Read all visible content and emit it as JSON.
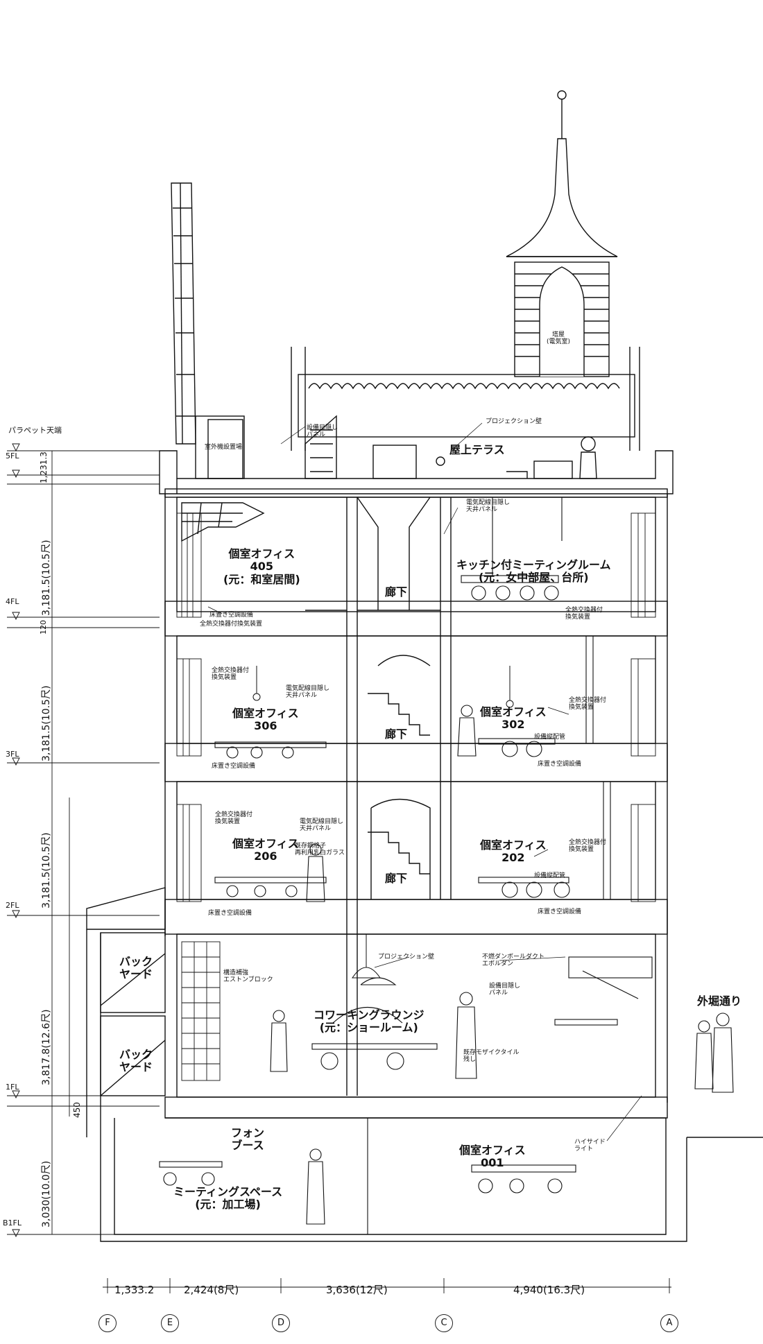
{
  "levels": {
    "parapet": "パラペット天端",
    "rfl5": "5FL",
    "fl4": "4FL",
    "fl3": "3FL",
    "fl2": "2FL",
    "fl1": "1FL",
    "b1fl": "B1FL"
  },
  "vertical_dims": {
    "d_top": "1,231.3",
    "d_4": "3,181.5(10.5尺)",
    "d_120": "120",
    "d_3": "3,181.5(10.5尺)",
    "d_2": "3,181.5(10.5尺)",
    "d_1": "3,817.8(12.6尺)",
    "d_450": "450",
    "d_b1": "3,030(10.0尺)"
  },
  "horizontal_dims": [
    "1,333.2",
    "2,424(8尺)",
    "3,636(12尺)",
    "4,940(16.3尺)"
  ],
  "grid_labels": [
    "F",
    "E",
    "D",
    "C",
    "A"
  ],
  "rooms": {
    "tower": "塔屋\n(電気室)",
    "roof_terrace": "屋上テラス",
    "office405": "個室オフィス\n405\n(元：和室居間)",
    "corridor4": "廊下",
    "kitchen_meeting": "キッチン付ミーティングルーム\n(元：女中部屋、台所)",
    "office306": "個室オフィス\n306",
    "corridor3": "廊下",
    "office302": "個室オフィス\n302",
    "office206": "個室オフィス\n206",
    "corridor2": "廊下",
    "office202": "個室オフィス\n202",
    "backyard1": "バック\nヤード",
    "backyard2": "バック\nヤード",
    "coworking": "コワーキングラウンジ\n(元：ショールーム)",
    "street": "外堀通り",
    "phone_booth": "フォン\nブース",
    "meeting_space": "ミーティングスペース\n(元：加工場)",
    "office001": "個室オフィス\n001"
  },
  "notes": {
    "projection_roof": "プロジェクション壁",
    "outdoor_unit": "室外機設置場",
    "equip_panel": "設備目隠し\nパネル",
    "elec_panel4": "電気配線目隠し\n天井パネル",
    "floor_ac405": "床置き空調設備",
    "vent405": "全熱交換器付換気装置",
    "vent_kitchen": "全熱交換器付\n換気装置",
    "vent306": "全熱交換器付\n換気装置",
    "elec306": "電気配線目隠し\n天井パネル",
    "floor_ac306": "床置き空調設備",
    "vent302": "全熱交換器付\n換気装置",
    "equip_pipe302": "設備縦配管",
    "floor_ac302": "床置き空調設備",
    "vent206": "全熱交換器付\n換気装置",
    "elec206": "電気配線目隠し\n天井パネル",
    "existing_glass": "既存鋼格子\n再利用乳白ガラス",
    "vent202": "全熱交換器付\n換気装置",
    "equip_pipe202": "設備縦配管",
    "floor_ac202": "床置き空調設備",
    "floor_ac206": "床置き空調設備",
    "struct_wall": "構造補強\nエストンブロック",
    "projection_1f": "プロジェクション壁",
    "duct": "不燃ダンボールダクト\nエボルダン",
    "equip_panel1f": "設備目隠し\nパネル",
    "mosaic": "既存モザイクタイル\n残し",
    "highside": "ハイサイド\nライト"
  }
}
